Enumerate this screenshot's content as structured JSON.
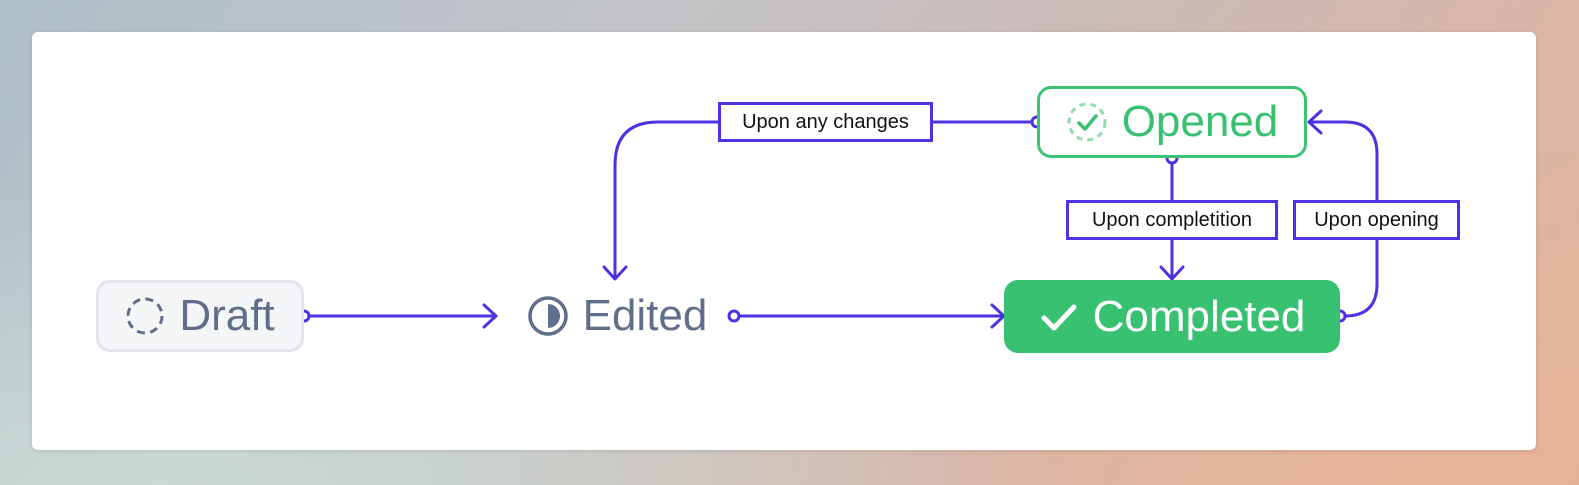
{
  "colors": {
    "edge": "#4b32e3",
    "completed_fill": "#39c172",
    "opened_border": "#3cc274",
    "neutral_text": "#5f6e89"
  },
  "nodes": {
    "draft": {
      "label": "Draft",
      "icon": "dashed-circle-icon"
    },
    "edited": {
      "label": "Edited",
      "icon": "half-circle-icon"
    },
    "completed": {
      "label": "Completed",
      "icon": "checkmark-icon"
    },
    "opened": {
      "label": "Opened",
      "icon": "dashed-check-circle-icon"
    }
  },
  "edges": {
    "upon_any_changes": "Upon any changes",
    "upon_completion": "Upon completition",
    "upon_opening": "Upon opening"
  }
}
